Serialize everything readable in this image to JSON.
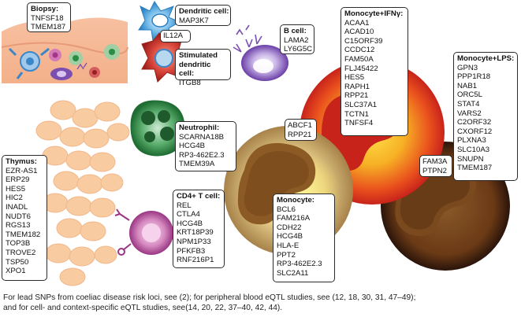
{
  "colors": {
    "monocyte_lps": "#6b3a16",
    "monocyte_ifng": "#e9501d",
    "monocyte": "#c6a060",
    "neutrophil": "#2c8b44",
    "b_cell": "#7a4fb0",
    "cd4_t_cell": "#b34a9a",
    "thymus": "#f8cba0",
    "dendritic_cell": "#3a9ad6",
    "stimulated_dendritic_cell": "#c7362b"
  },
  "icons": [
    "biopsy-tissue-illustration",
    "dendritic-cell-illustration",
    "stimulated-dendritic-cell-illustration",
    "b-cell-illustration",
    "neutrophil-illustration",
    "cd4-t-cell-illustration",
    "thymus-tissue-illustration",
    "monocyte-illustration",
    "monocyte-ifng-illustration",
    "monocyte-lps-illustration"
  ],
  "boxes": {
    "biopsy": {
      "title": "Biopsy:",
      "genes": [
        "TNFSF18",
        "TMEM187"
      ]
    },
    "dendritic": {
      "title": "Dendritic cell:",
      "genes": [
        "MAP3K7"
      ]
    },
    "il12a": {
      "genes": [
        "IL12A"
      ]
    },
    "stim_dendritic": {
      "title": "Stimulated dendritic cell:",
      "genes": [
        "ITGB8"
      ]
    },
    "b_cell": {
      "title": "B cell:",
      "genes": [
        "LAMA2",
        "LY6G5C"
      ]
    },
    "mono_ifng": {
      "title": "Monocyte+IFNγ:",
      "genes": [
        "ACAA1",
        "ACAD10",
        "C15ORF39",
        "CCDC12",
        "FAM50A",
        "FLJ45422",
        "HES5",
        "RAPH1",
        "RPP21",
        "SLC37A1",
        "TCTN1",
        "TNFSF4"
      ]
    },
    "mono_lps": {
      "title": "Monocyte+LPS:",
      "genes": [
        "GPN3",
        "PPP1R18",
        "NAB1",
        "ORC5L",
        "STAT4",
        "VARS2",
        "C2ORF32",
        "CXORF12",
        "PLXNA3",
        "SLC10A3",
        "SNUPN",
        "TMEM187"
      ]
    },
    "neutrophil": {
      "title": "Neutrophil:",
      "genes": [
        "SCARNA18B",
        "HCG4B",
        "RP3-462E2.3",
        "TMEM39A"
      ]
    },
    "abcf1": {
      "genes": [
        "ABCF1",
        "RPP21"
      ]
    },
    "fam3a": {
      "genes": [
        "FAM3A",
        "PTPN2"
      ]
    },
    "thymus": {
      "title": "Thymus:",
      "genes": [
        "EZR-AS1",
        "ERP29",
        "HES5",
        "HIC2",
        "INADL",
        "NUDT6",
        "RGS13",
        "TMEM182",
        "TOP3B",
        "TROVE2",
        "TSP50",
        "XPO1"
      ]
    },
    "cd4": {
      "title": "CD4+ T cell:",
      "genes": [
        "REL",
        "CTLA4",
        "HCG4B",
        "KRT18P39",
        "NPM1P33",
        "PFKFB3",
        "RNF216P1"
      ]
    },
    "monocyte": {
      "title": "Monocyte:",
      "genes": [
        "BCL6",
        "FAM216A",
        "CDH22",
        "HCG4B",
        "HLA-E",
        "PPT2",
        "RP3-462E2.3",
        "SLC2A11"
      ]
    }
  },
  "caption": [
    "For lead SNPs from coeliac disease risk loci, see (2); for peripheral blood eQTL studies, see (12, 18, 30, 31, 47–49);",
    "and for cell- and context-specific eQTL studies, see(14, 20, 22, 37–40, 42, 44)."
  ]
}
